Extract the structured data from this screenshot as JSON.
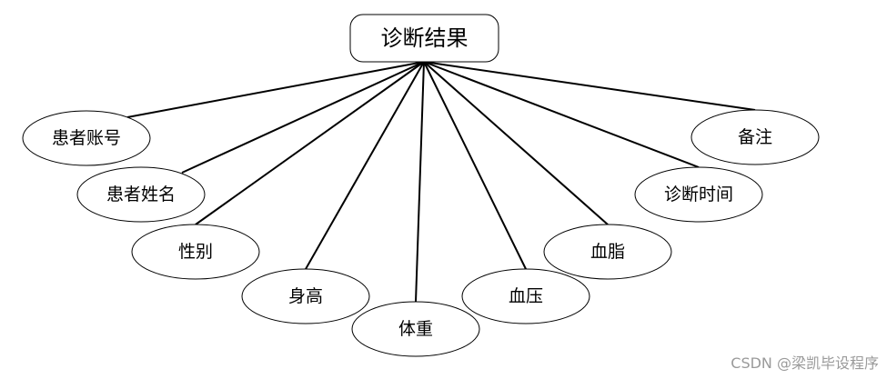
{
  "entity": {
    "label": "诊断结果"
  },
  "attributes": [
    {
      "id": "patient-account",
      "label": "患者账号"
    },
    {
      "id": "patient-name",
      "label": "患者姓名"
    },
    {
      "id": "gender",
      "label": "性别"
    },
    {
      "id": "height",
      "label": "身高"
    },
    {
      "id": "weight",
      "label": "体重"
    },
    {
      "id": "blood-pressure",
      "label": "血压"
    },
    {
      "id": "blood-lipid",
      "label": "血脂"
    },
    {
      "id": "diagnosis-time",
      "label": "诊断时间"
    },
    {
      "id": "remarks",
      "label": "备注"
    }
  ],
  "watermark": "CSDN @梁凯毕设程序"
}
